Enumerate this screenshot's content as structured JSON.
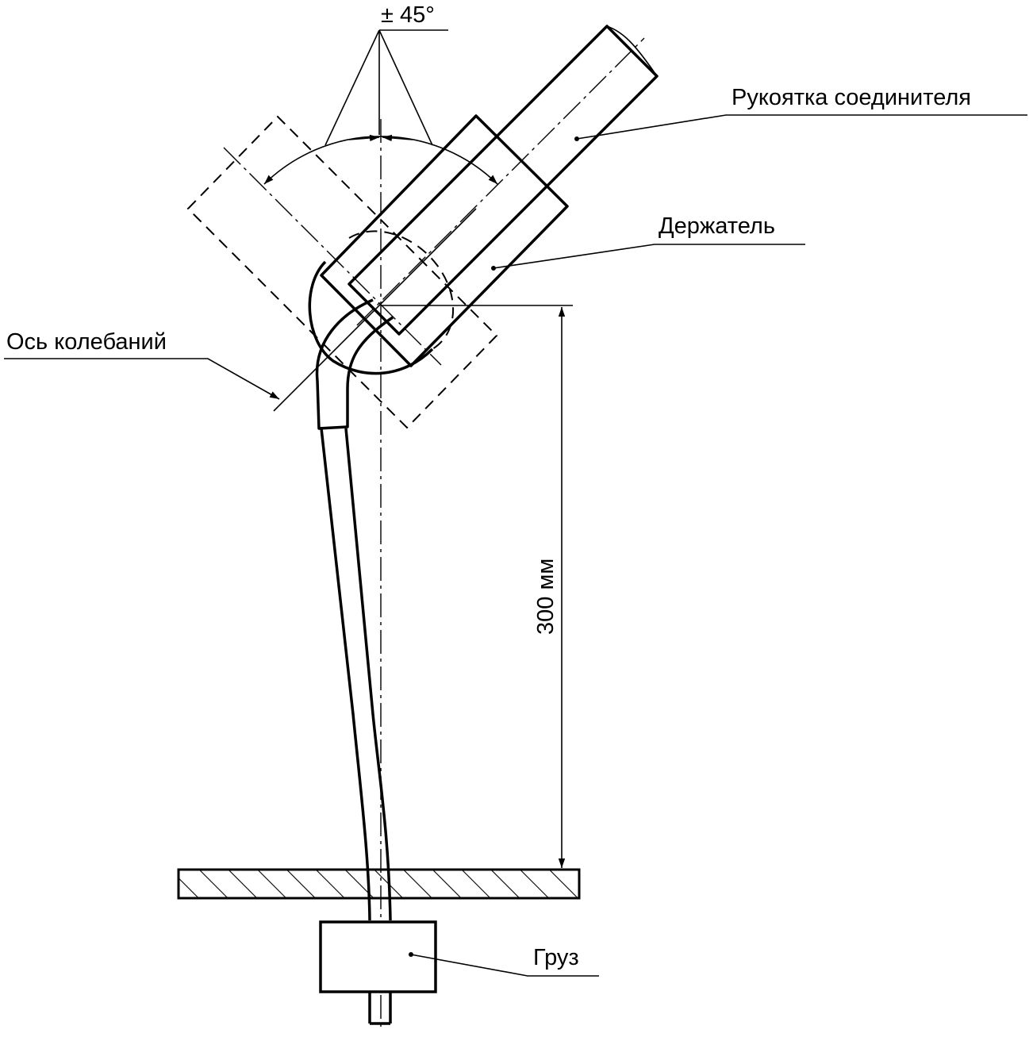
{
  "labels": {
    "angle": "± 45°",
    "handle": "Рукоятка соединителя",
    "holder": "Держатель",
    "axis": "Ось колебаний",
    "distance": "300 мм",
    "weight": "Груз"
  }
}
